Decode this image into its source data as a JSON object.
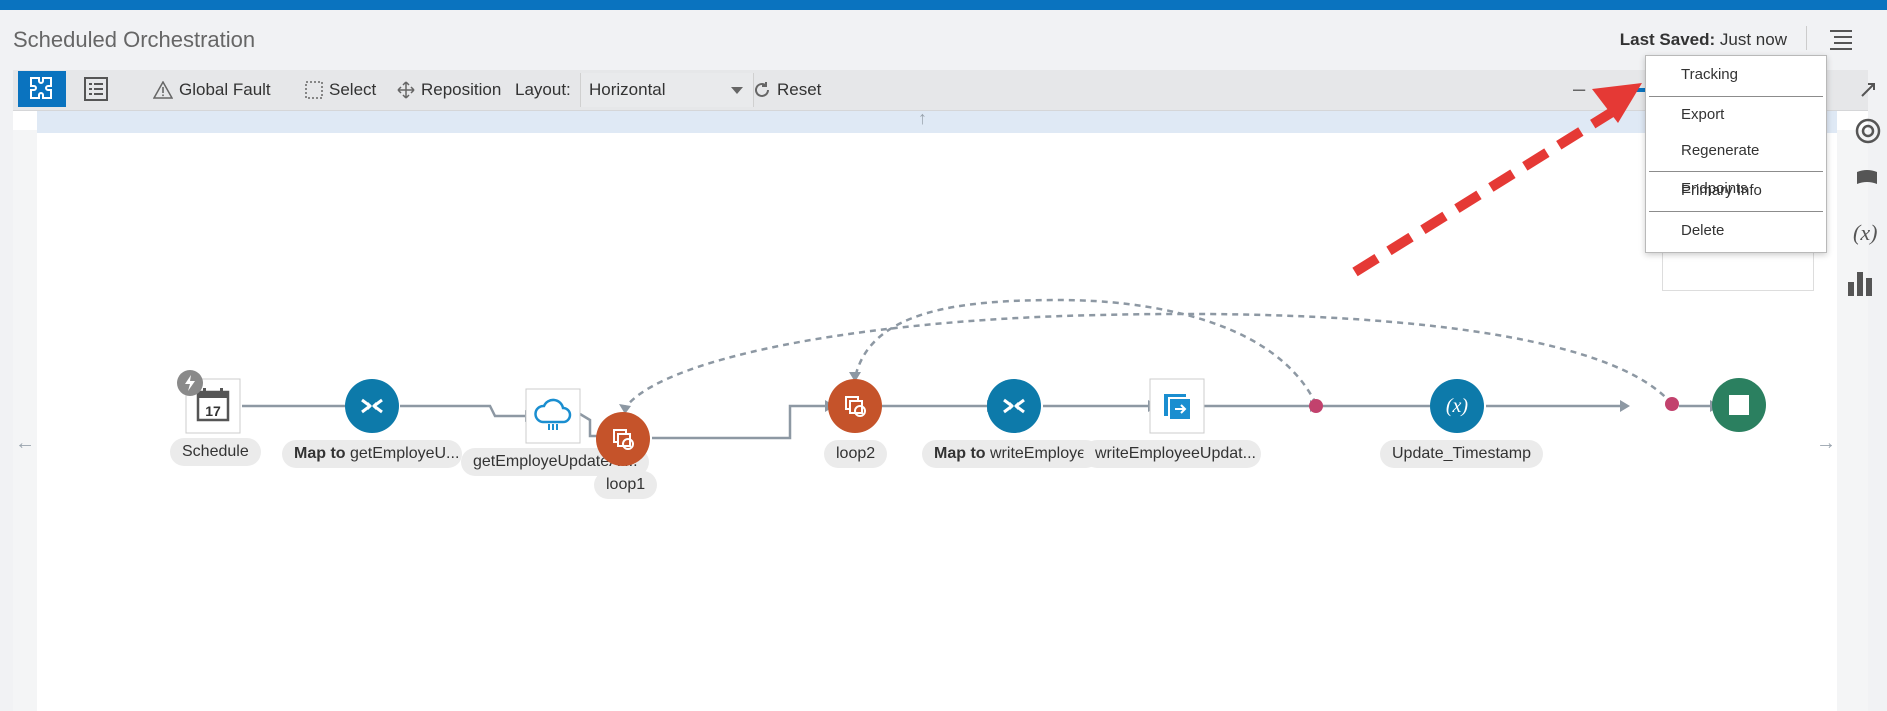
{
  "page_title": "Scheduled Orchestration",
  "last_saved": {
    "label": "Last Saved:",
    "value": "Just now"
  },
  "toolbar": {
    "global_fault": "Global Fault",
    "select": "Select",
    "reposition": "Reposition",
    "layout_label": "Layout:",
    "layout_value": "Horizontal",
    "reset": "Reset"
  },
  "nodes": {
    "schedule": "Schedule",
    "map1_prefix": "Map to",
    "map1_name": "getEmployeU...",
    "invoke1": "getEmployeUpdateAt...",
    "loop1": "loop1",
    "loop2": "loop2",
    "map2_prefix": "Map to",
    "map2_name": "writeEmploye.",
    "invoke2": "writeEmployeeUpdat...",
    "assign": "Update_Timestamp",
    "schedule_day": "17",
    "assign_symbol": "(x)"
  },
  "menu": {
    "items": [
      "Tracking",
      "Export",
      "Regenerate Endpoints",
      "Primary Info",
      "Delete"
    ]
  },
  "colors": {
    "accent": "#0a73bf",
    "map_node": "#0d7aaa",
    "loop_node": "#c5532a",
    "end_node": "#2b8060",
    "annotation_arrow": "#e53935"
  }
}
